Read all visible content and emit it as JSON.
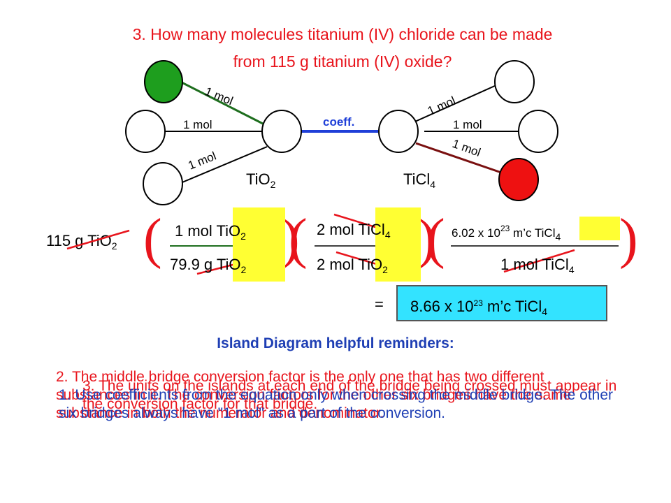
{
  "question": {
    "line1": "3.  How many molecules titanium (IV) chloride can be made",
    "line2": "from 115 g titanium (IV) oxide?"
  },
  "diagram": {
    "left_island": {
      "base": "TiO",
      "sub": "2"
    },
    "right_island": {
      "base": "TiCl",
      "sub": "4"
    },
    "bridge_label": "coeff.",
    "mol_label": "1 mol",
    "colors": {
      "green_node": "#1e9e1e",
      "red_node": "#ee1111",
      "bridge": "#1f3fd8",
      "outline": "#000000"
    }
  },
  "calculation": {
    "start": {
      "text": "115 g TiO",
      "sub": "2"
    },
    "factor1": {
      "num_a": "1 mol ",
      "num_b": "TiO",
      "num_sub": "2",
      "den_a": "79.9 g ",
      "den_b": "TiO",
      "den_sub": "2"
    },
    "factor2": {
      "num_a": "2 mol ",
      "num_b": "TiCl",
      "num_sub": "4",
      "den_a": "2 mol ",
      "den_b": "TiO",
      "den_sub": "2"
    },
    "factor3": {
      "num_a": "6.02 x 10",
      "num_sup": "23",
      "num_b": " m’c ",
      "num_c": "TiCl",
      "num_sub": "4",
      "den_a": "1 mol ",
      "den_b": "TiCl",
      "den_sub": "4"
    },
    "equals": "=",
    "answer": {
      "a": "8.66 x 10",
      "sup": "23",
      "b": " m’c TiCl",
      "sub": "4"
    }
  },
  "reminders": {
    "title": "Island Diagram helpful reminders:",
    "items": [
      {
        "text": "2. The middle bridge conversion factor is the only one that has two different substances in it. The conversion factors for the other six bridges have the same substance in both the numerator and denominator.",
        "color": "#e8141c"
      },
      {
        "text": "3. The units on the islands at each end of the bridge being crossed must appear in the conversion factor for that bridge.",
        "color": "#e8141c"
      },
      {
        "text": "1. Use coefficients from the equation only when crossing the middle bridge. The other six bridges always have \"1 mol\" as a part of the conversion.",
        "color": "#1f3fb4"
      }
    ]
  }
}
